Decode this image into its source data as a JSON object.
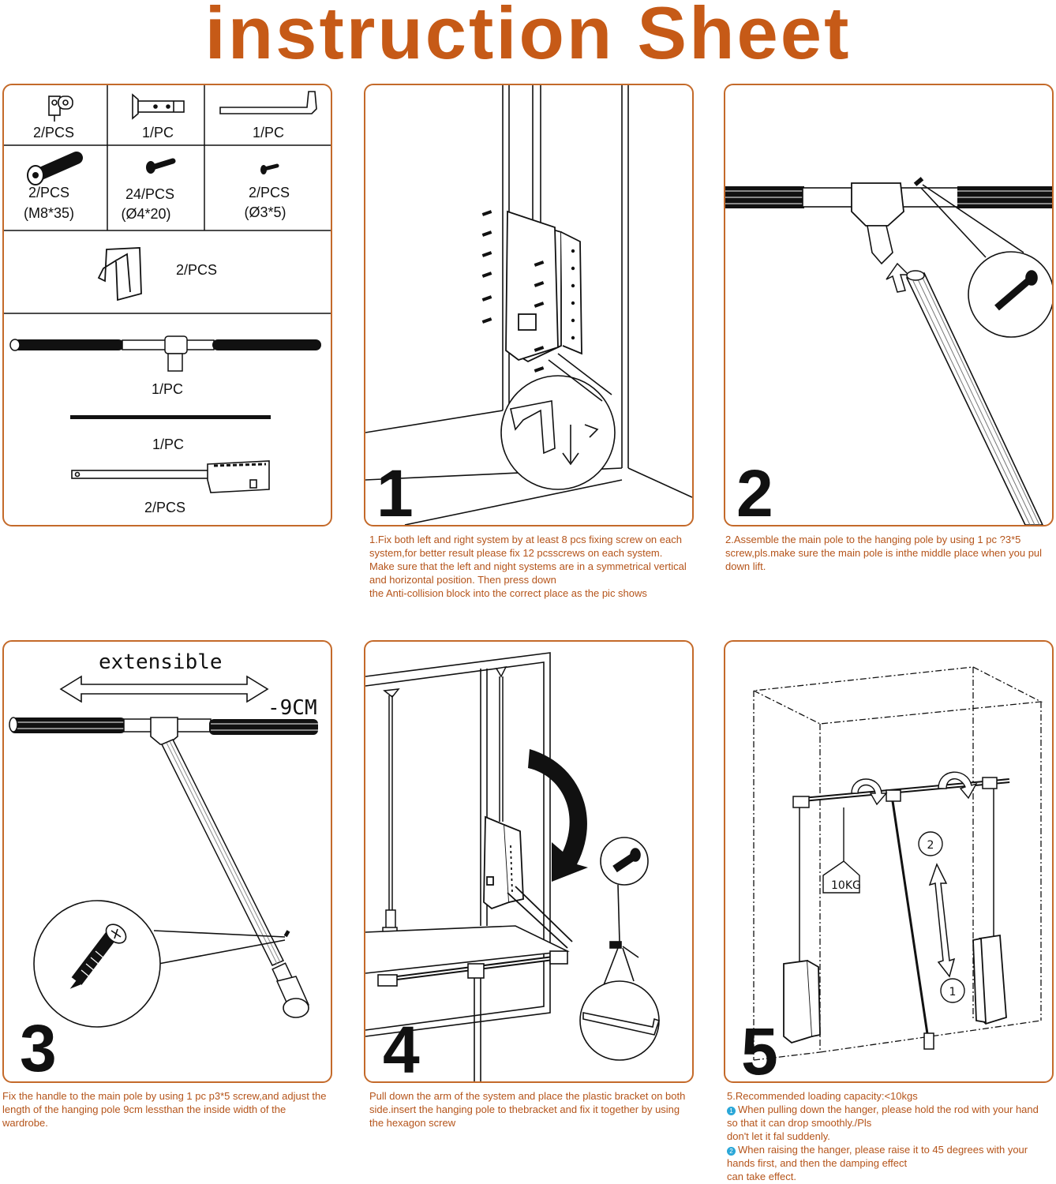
{
  "title": "instruction Sheet",
  "parts": {
    "clip_qty": "2/PCS",
    "wall_anchor_qty": "1/PC",
    "hex_key_qty": "1/PC",
    "bolt_qty": "2/PCS",
    "bolt_size": "(M8*35)",
    "screw_large_qty": "24/PCS",
    "screw_large_size": "(Ø4*20)",
    "screw_small_qty": "2/PCS",
    "screw_small_size": "(Ø3*5)",
    "bracket_qty": "2/PCS",
    "hanger_pole_qty": "1/PC",
    "main_pole_qty": "1/PC",
    "lift_arm_qty": "2/PCS"
  },
  "steps": [
    {
      "number": "1",
      "caption": [
        "1.Fix both left and right system by at least 8 pcs fixing screw on each system,for better result please fix 12 pcsscrews on each system.",
        "Make sure that the left and night systems are in a symmetrical vertical and horizontal position. Then press down",
        "the Anti-collision block into the correct place as the pic shows"
      ]
    },
    {
      "number": "2",
      "caption": [
        "2.Assemble the main pole to the hanging pole by using 1 pc ?3*5 screw,pls.make sure the main pole is inthe middle place when you pul down lift."
      ]
    },
    {
      "number": "3",
      "extensible_label": "extensible",
      "length_note": "-9CM",
      "caption": [
        "Fix the handle to the main pole by using 1 pc p3*5 screw,and adjust the length of the hanging pole 9cm lessthan the inside width of the wardrobe."
      ]
    },
    {
      "number": "4",
      "caption": [
        "Pull down the arm of the system and place the plastic bracket on both side.insert the hanging pole to thebracket and fix it together by using the hexagon screw"
      ]
    },
    {
      "number": "5",
      "weight_tag": "10KG",
      "marker_raise": "2",
      "marker_lower": "1",
      "caption_title": "5.Recommended loading capacity:<10kgs",
      "note1_marker": "1",
      "note1": "When pulling down the hanger, please hold the rod with your hand so that it can drop smoothly./Pls",
      "note1_cont": "don't let it fal suddenly.",
      "note2_marker": "2",
      "note2": "When raising the hanger, please raise it to 45 degrees with your hands first, and then the damping effect",
      "note2_cont": "can take effect."
    }
  ],
  "colors": {
    "accent": "#c65a17",
    "border": "#c46a2a",
    "caption": "#b5541a",
    "note_marker": "#2aa7d8"
  }
}
